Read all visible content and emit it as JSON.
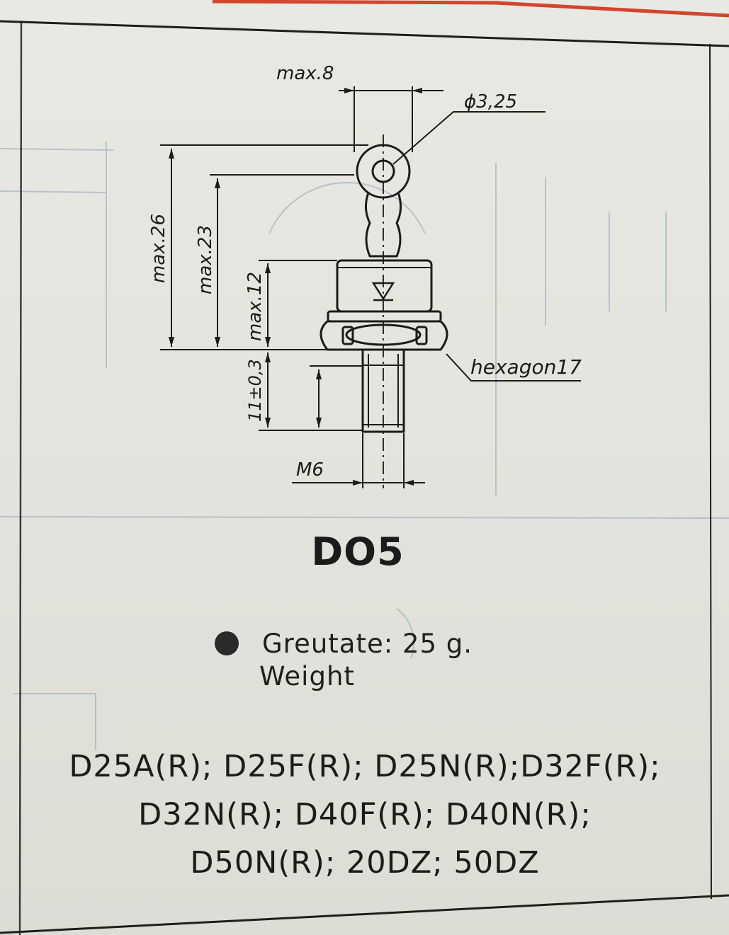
{
  "diagram": {
    "labels": {
      "max_8": "max.8",
      "phi": "ϕ3,25",
      "max_26": "max.26",
      "max_23": "max.23",
      "max_12": "max.12",
      "thread_len": "11±0,3",
      "hexagon": "hexagon17",
      "m6": "M6"
    }
  },
  "package": "DO5",
  "weight": {
    "line1": "Greutate: 25 g.",
    "line2": "Weight"
  },
  "models": [
    "D25A(R); D25F(R); D25N(R);D32F(R);",
    "D32N(R); D40F(R); D40N(R);",
    "D50N(R); 20DZ; 50DZ"
  ],
  "colors": {
    "paper": "#e4e4dd",
    "ink": "#1b1b1b",
    "bleed": "#8fa4bf",
    "red_edge": "#d2452c"
  }
}
